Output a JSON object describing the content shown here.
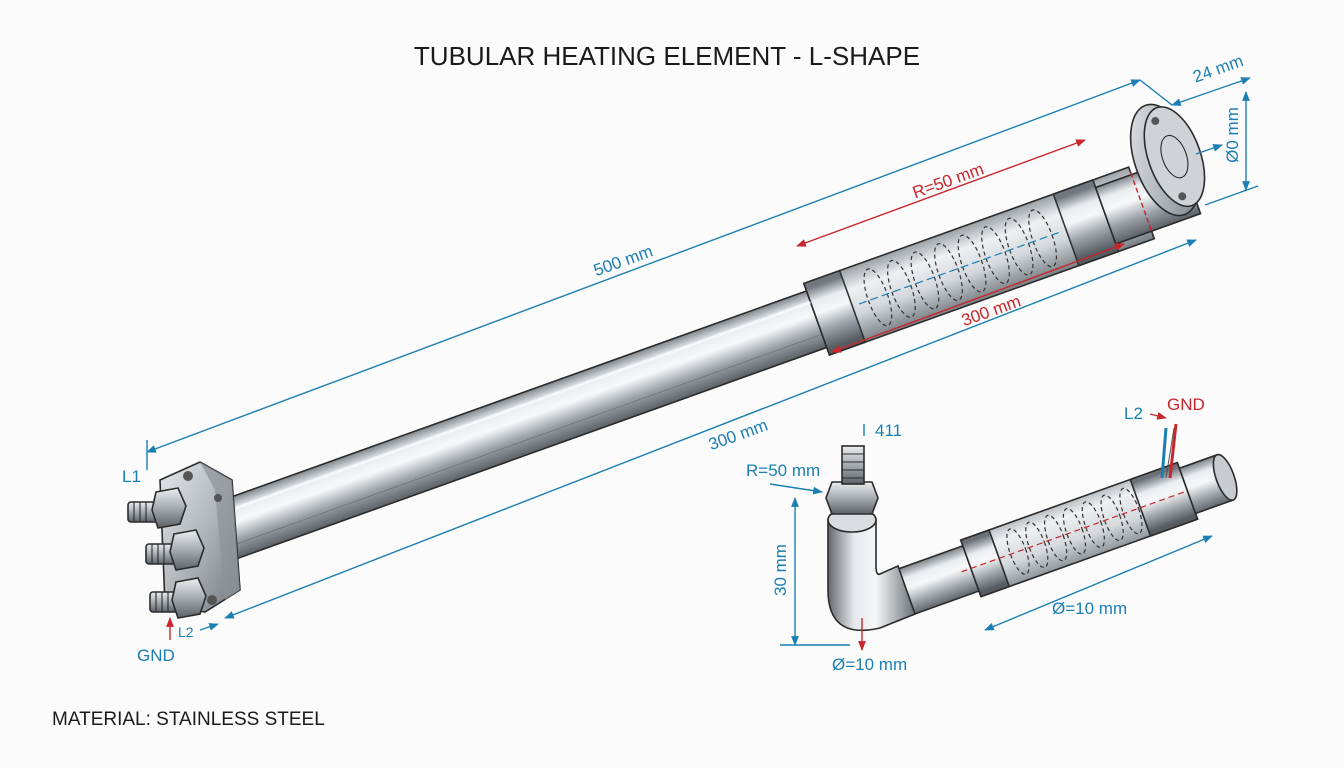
{
  "title": "TUBULAR HEATING ELEMENT - L-SHAPE",
  "material": "MATERIAL: STAINLESS STEEL",
  "main_element": {
    "total_length": "500 mm",
    "heated_zone_radius": "R=50 mm",
    "heated_zone_length": "300 mm",
    "lower_length": "300 mm",
    "flange_thickness": "24 mm",
    "flange_diameter": "Ø0 mm",
    "terminals": {
      "l1": "L1",
      "l2": "L2",
      "gnd": "GND"
    }
  },
  "l_element": {
    "top_dim": "411",
    "bend_radius": "R=50 mm",
    "vertical_length": "30 mm",
    "tube_diameter_bottom": "Ø=10 mm",
    "tube_diameter_side": "Ø=10 mm",
    "terminals": {
      "l2": "L2",
      "gnd": "GND"
    }
  },
  "colors": {
    "dimension_blue": "#1b7fb3",
    "dimension_red": "#c7262b",
    "steel": "#b9bec4"
  }
}
